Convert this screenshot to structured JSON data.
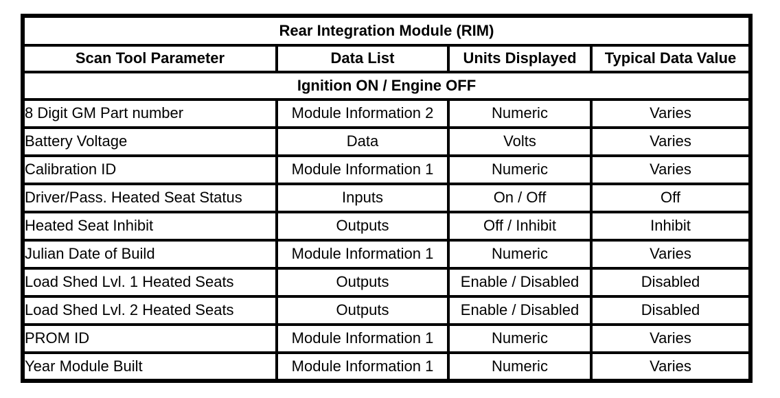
{
  "table": {
    "title": "Rear Integration Module (RIM)",
    "columns": [
      "Scan Tool Parameter",
      "Data List",
      "Units Displayed",
      "Typical Data Value"
    ],
    "section": "Ignition ON / Engine OFF",
    "rows": [
      [
        "8 Digit GM Part number",
        "Module Information 2",
        "Numeric",
        "Varies"
      ],
      [
        "Battery Voltage",
        "Data",
        "Volts",
        "Varies"
      ],
      [
        "Calibration ID",
        "Module Information 1",
        "Numeric",
        "Varies"
      ],
      [
        "Driver/Pass. Heated Seat Status",
        "Inputs",
        "On / Off",
        "Off"
      ],
      [
        "Heated Seat Inhibit",
        "Outputs",
        "Off / Inhibit",
        "Inhibit"
      ],
      [
        "Julian Date of Build",
        "Module Information 1",
        "Numeric",
        "Varies"
      ],
      [
        "Load Shed Lvl. 1 Heated Seats",
        "Outputs",
        "Enable / Disabled",
        "Disabled"
      ],
      [
        "Load Shed Lvl. 2 Heated Seats",
        "Outputs",
        "Enable / Disabled",
        "Disabled"
      ],
      [
        "PROM ID",
        "Module Information 1",
        "Numeric",
        "Varies"
      ],
      [
        "Year Module Built",
        "Module Information 1",
        "Numeric",
        "Varies"
      ]
    ],
    "colors": {
      "border": "#000000",
      "background": "#ffffff",
      "text": "#000000"
    }
  }
}
